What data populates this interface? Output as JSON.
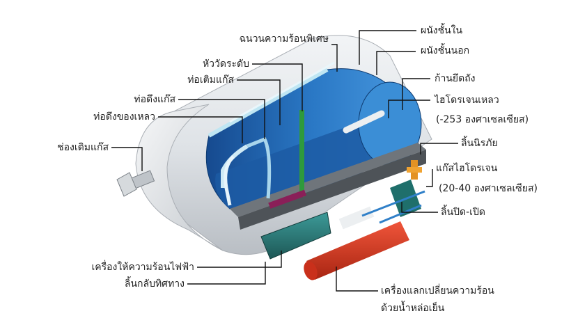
{
  "title": "",
  "labels": {
    "super_insulation": "ฉนวนความร้อนพิเศษ",
    "inner_wall": "ผนังชั้นใน",
    "outer_wall": "ผนังชั้นนอก",
    "level_gauge": "หัววัดระดับ",
    "fill_pipe": "ท่อเติมแก๊ส",
    "support_rod": "ก้านยึดถัง",
    "gas_draw_pipe": "ท่อดึงแก๊ส",
    "liquid_hydrogen": "ไฮโดรเจนเหลว",
    "liquid_hydrogen_temp": "(-253 องศาเซลเซียส)",
    "liquid_draw_pipe": "ท่อดึงของเหลว",
    "safety_valve": "ลิ้นนิรภัย",
    "fill_port": "ช่องเติมแก๊ส",
    "hydrogen_gas": "แก๊สไฮโดรเจน",
    "hydrogen_gas_temp": "(20-40 องศาเซลเซียส)",
    "shutoff_valve": "ลิ้นปิด-เปิด",
    "electric_heater": "เครื่องให้ความร้อนไฟฟ้า",
    "check_valve": "ลิ้นกลับทิศทาง",
    "heat_exchanger_1": "เครื่องแลกเปลี่ยนความร้อน",
    "heat_exchanger_2": "ด้วยน้ำหล่อเย็น"
  },
  "colors": {
    "outer_shell": "#e2e5e8",
    "inner_tank": "#2f7fc8",
    "liquid": "#1f5fa8",
    "heater": "#2b7b7a",
    "heat_exchanger": "#d9361e",
    "valve": "#e08a1e",
    "line": "#111111"
  }
}
